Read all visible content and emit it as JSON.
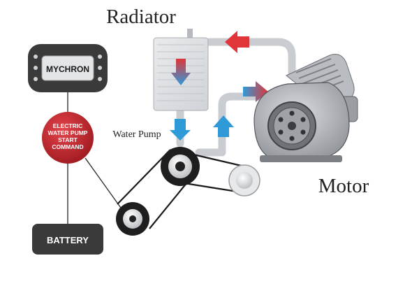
{
  "labels": {
    "radiator": "Radiator",
    "motor": "Motor",
    "water_pump": "Water Pump",
    "mychron": "MYCHRON",
    "command_line1": "ELECTRIC",
    "command_line2": "WATER PUMP",
    "command_line3": "START",
    "command_line4": "COMMAND",
    "battery": "BATTERY"
  },
  "colors": {
    "pipe": "#c9ccd0",
    "hot_arrow": "#e0363a",
    "cold_arrow": "#2f9ad8",
    "command_red": "#c8222a",
    "device_dark": "#3a3a3a",
    "wire": "#333333"
  },
  "icons": [
    "flow-arrow-icon",
    "temperature-gradient-arrow-icon"
  ]
}
